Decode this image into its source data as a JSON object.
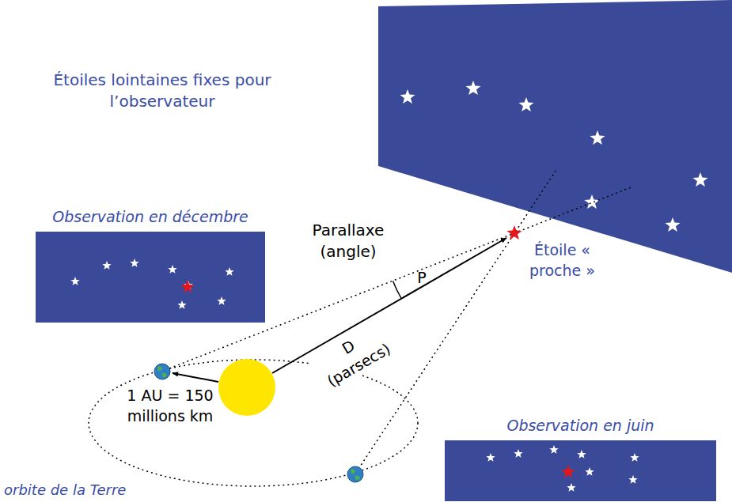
{
  "diagram": {
    "nodes": [
      {
        "text": [
          "Observation en décembre"
        ]
      },
      {
        "text": [
          "Observation en juin"
        ]
      }
    ],
    "labels": [
      "Étoiles lointaines fixes pour l’observateur",
      "Parallaxe (angle)",
      "P",
      "Étoile « proche »",
      "D (parsecs)",
      "1 AU = 150 millions km",
      "orbite de la Terre"
    ]
  }
}
